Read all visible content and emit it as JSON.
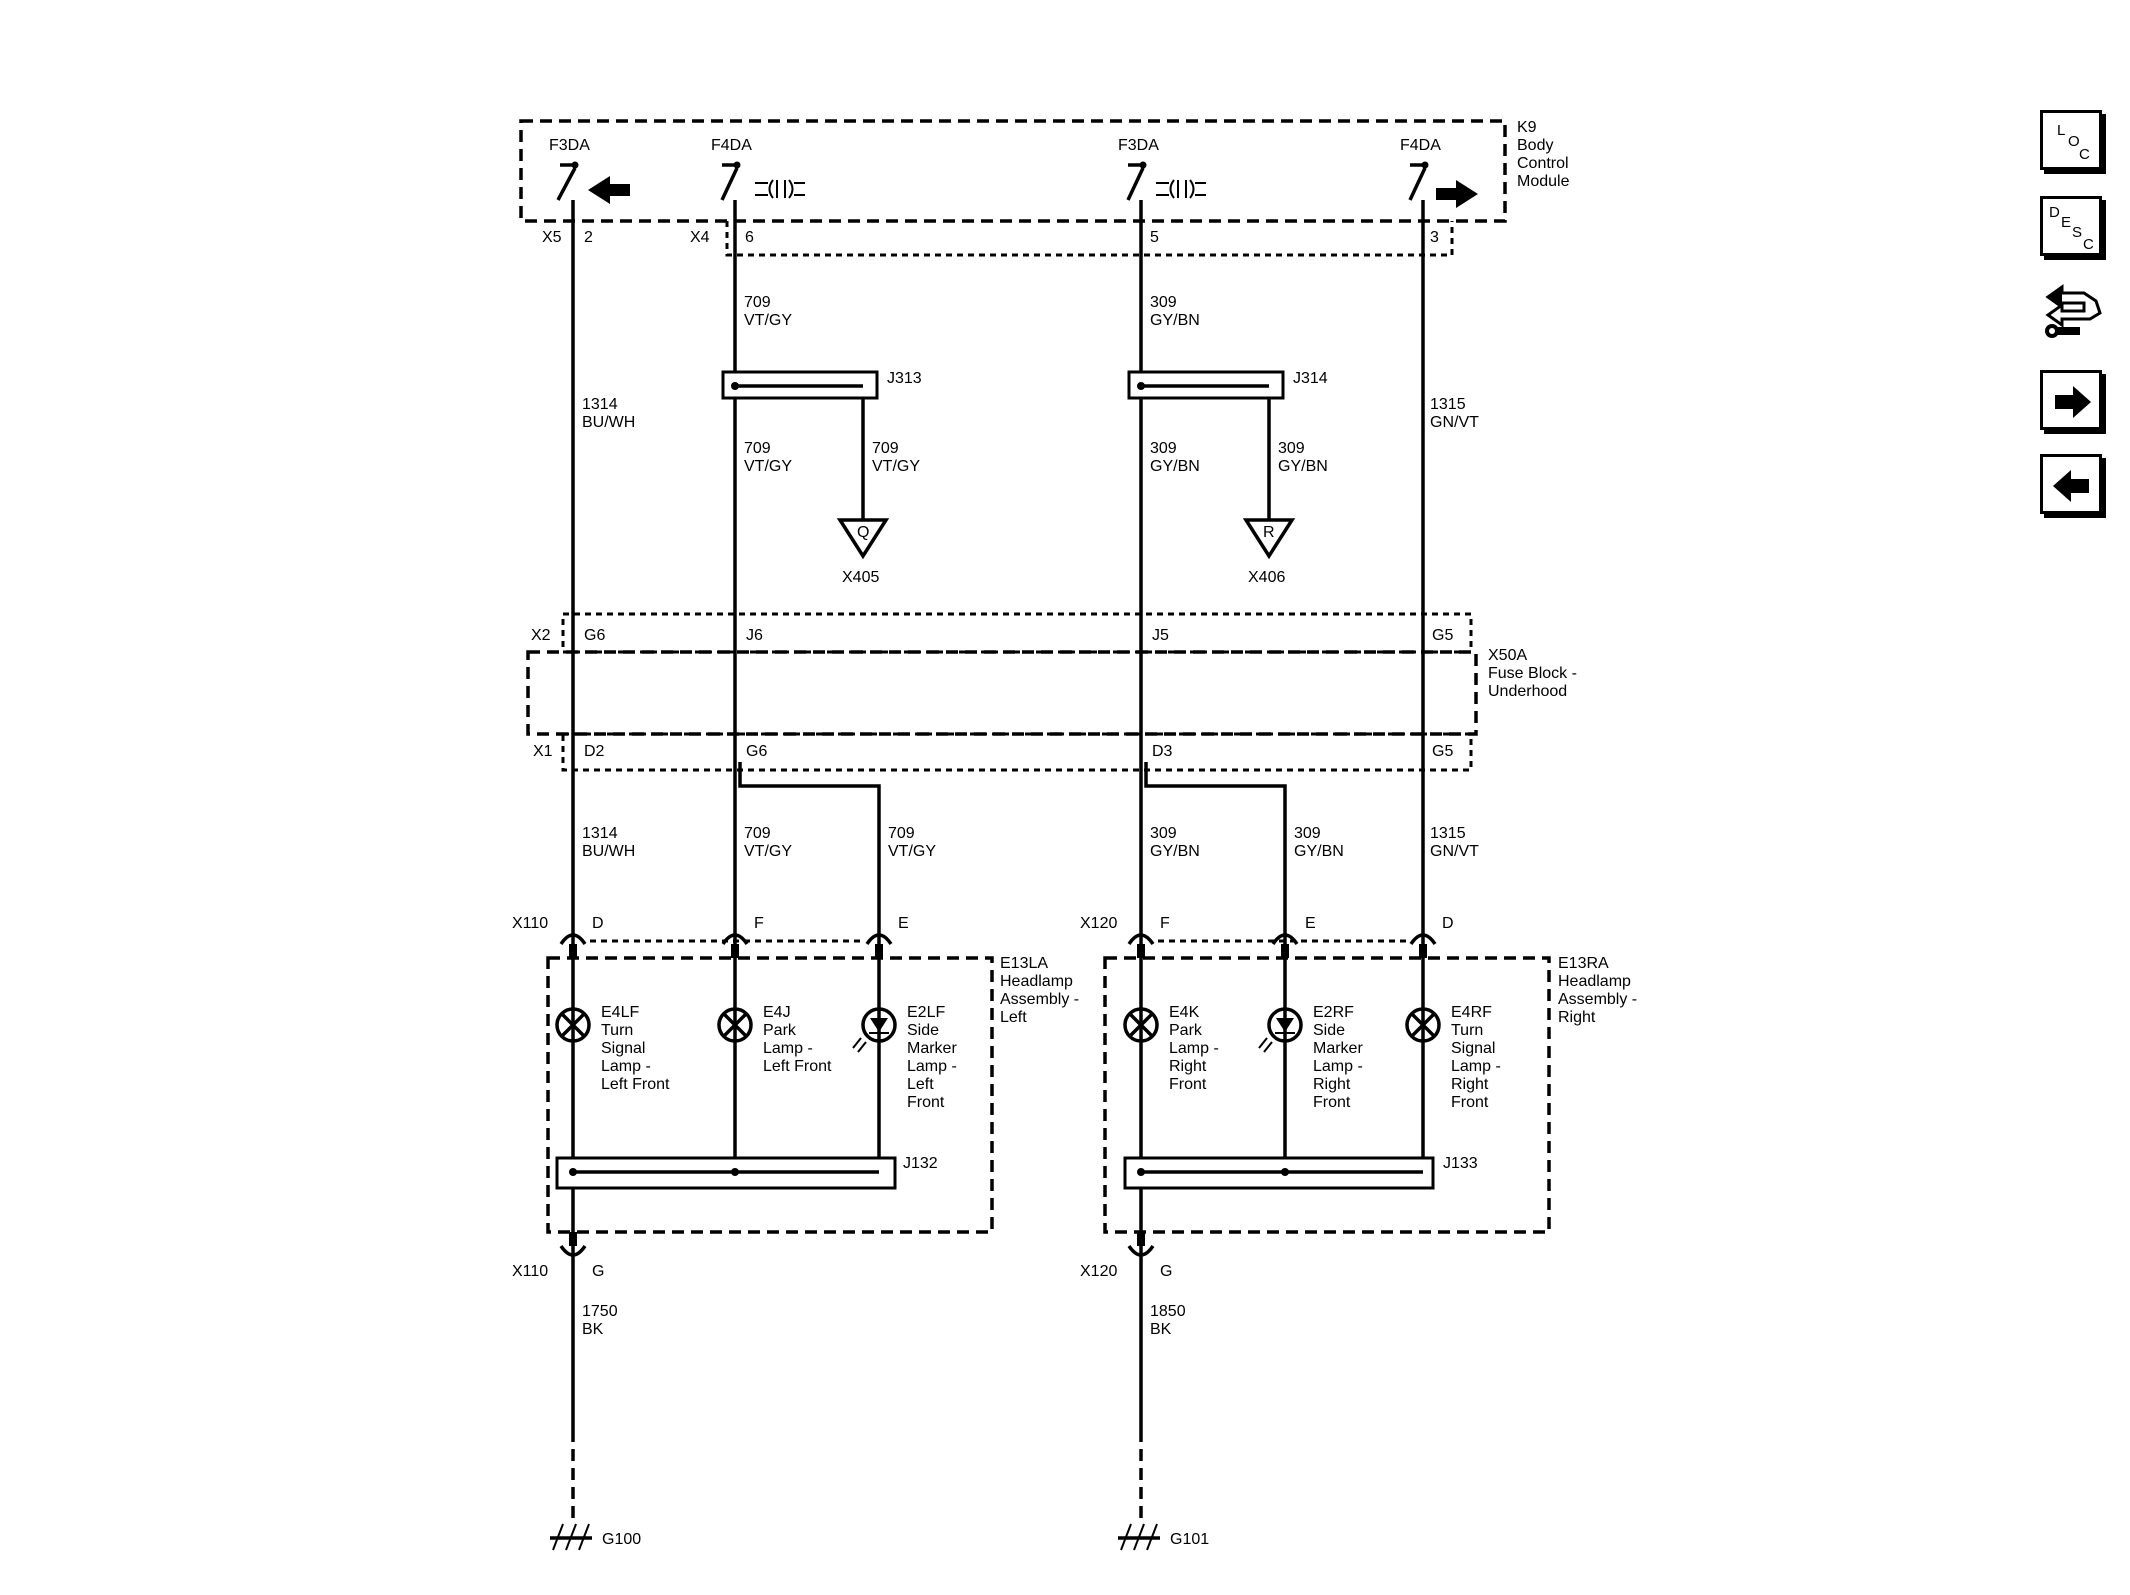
{
  "k9": {
    "id": "K9",
    "l1": "Body",
    "l2": "Control",
    "l3": "Module"
  },
  "bcm_pins": {
    "f3da_a": "F3DA",
    "f4da_a": "F4DA",
    "f3da_b": "F3DA",
    "f4da_b": "F4DA"
  },
  "bcm_conn": {
    "x5": "X5",
    "x5_pin": "2",
    "x4": "X4",
    "x4_p6": "6",
    "x4_p5": "5",
    "x4_p3": "3"
  },
  "wires": {
    "w1314": "1314",
    "c_buwh": "BU/WH",
    "w709": "709",
    "c_vtgy": "VT/GY",
    "w309": "309",
    "c_gybn": "GY/BN",
    "w1315": "1315",
    "c_gnvt": "GN/VT",
    "w1750": "1750",
    "w1850": "1850",
    "c_bk": "BK"
  },
  "splices": {
    "j313": "J313",
    "j314": "J314",
    "j132": "J132",
    "j133": "J133"
  },
  "inline": {
    "q": "Q",
    "x405": "X405",
    "r": "R",
    "x406": "X406"
  },
  "fuse_block": {
    "x2": "X2",
    "x1": "X1",
    "g6": "G6",
    "j6": "J6",
    "j5": "J5",
    "g5": "G5",
    "d2": "D2",
    "d3": "D3",
    "id": "X50A",
    "l1": "Fuse Block -",
    "l2": "Underhood"
  },
  "conn_left": {
    "x110": "X110",
    "d": "D",
    "f": "F",
    "e": "E",
    "g": "G"
  },
  "conn_right": {
    "x120": "X120",
    "f": "F",
    "e": "E",
    "d": "D",
    "g": "G"
  },
  "left_assembly": {
    "id": "E13LA",
    "l1": "Headlamp",
    "l2": "Assembly -",
    "l3": "Left"
  },
  "right_assembly": {
    "id": "E13RA",
    "l1": "Headlamp",
    "l2": "Assembly -",
    "l3": "Right"
  },
  "lamps": {
    "e4lf": [
      "E4LF",
      "Turn",
      "Signal",
      "Lamp -",
      "Left Front"
    ],
    "e4j": [
      "E4J",
      "Park",
      "Lamp -",
      "Left Front"
    ],
    "e2lf": [
      "E2LF",
      "Side",
      "Marker",
      "Lamp -",
      "Left",
      "Front"
    ],
    "e4k": [
      "E4K",
      "Park",
      "Lamp -",
      "Right",
      "Front"
    ],
    "e2rf": [
      "E2RF",
      "Side",
      "Marker",
      "Lamp -",
      "Right",
      "Front"
    ],
    "e4rf": [
      "E4RF",
      "Turn",
      "Signal",
      "Lamp -",
      "Right",
      "Front"
    ]
  },
  "grounds": {
    "g100": "G100",
    "g101": "G101"
  },
  "nav": {
    "loc": [
      "L",
      "O",
      "C"
    ],
    "desc": [
      "D",
      "E",
      "S",
      "C"
    ]
  }
}
